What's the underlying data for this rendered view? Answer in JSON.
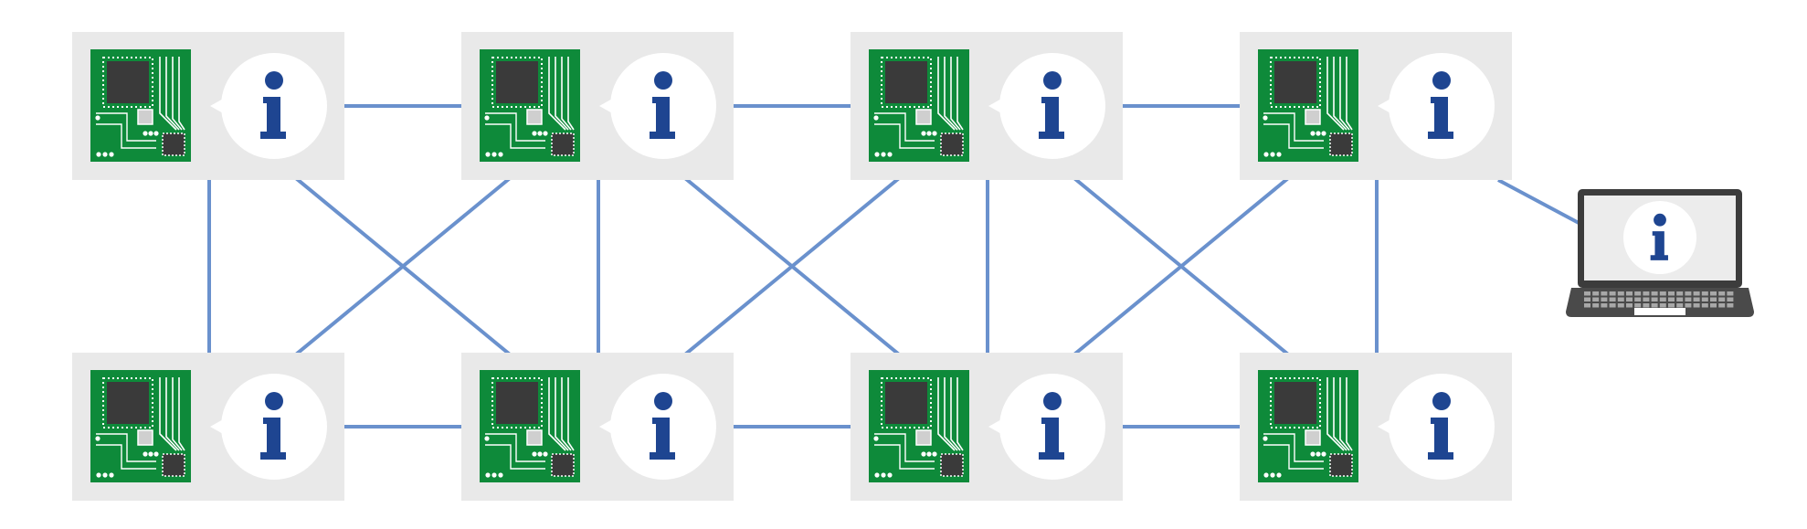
{
  "diagram": {
    "nodes": [
      {
        "id": "board-1",
        "kind": "circuit-board",
        "badge": "i"
      },
      {
        "id": "board-2",
        "kind": "circuit-board",
        "badge": "i"
      },
      {
        "id": "board-3",
        "kind": "circuit-board",
        "badge": "i"
      },
      {
        "id": "board-4",
        "kind": "circuit-board",
        "badge": "i"
      },
      {
        "id": "board-5",
        "kind": "circuit-board",
        "badge": "i"
      },
      {
        "id": "board-6",
        "kind": "circuit-board",
        "badge": "i"
      },
      {
        "id": "board-7",
        "kind": "circuit-board",
        "badge": "i"
      },
      {
        "id": "board-8",
        "kind": "circuit-board",
        "badge": "i"
      },
      {
        "id": "laptop",
        "kind": "laptop",
        "badge": "i"
      }
    ],
    "links": [
      [
        "board-1",
        "board-2"
      ],
      [
        "board-2",
        "board-3"
      ],
      [
        "board-3",
        "board-4"
      ],
      [
        "board-5",
        "board-6"
      ],
      [
        "board-6",
        "board-7"
      ],
      [
        "board-7",
        "board-8"
      ],
      [
        "board-1",
        "board-5"
      ],
      [
        "board-2",
        "board-6"
      ],
      [
        "board-3",
        "board-7"
      ],
      [
        "board-4",
        "board-8"
      ],
      [
        "board-1",
        "board-6"
      ],
      [
        "board-2",
        "board-5"
      ],
      [
        "board-2",
        "board-7"
      ],
      [
        "board-3",
        "board-6"
      ],
      [
        "board-3",
        "board-8"
      ],
      [
        "board-4",
        "board-7"
      ],
      [
        "board-4",
        "laptop"
      ]
    ]
  },
  "colors": {
    "tile": "#e9e9e9",
    "link": "#6a91cd",
    "board": "#0e8a3a",
    "chip": "#3a3a3a",
    "info_bubble": "#ffffff",
    "info_glyph": "#1e4591",
    "laptop_frame": "#3c3c3c",
    "laptop_screen": "#ececec",
    "laptop_base": "#4a4a4a",
    "laptop_keys": "#a8a8a8"
  }
}
